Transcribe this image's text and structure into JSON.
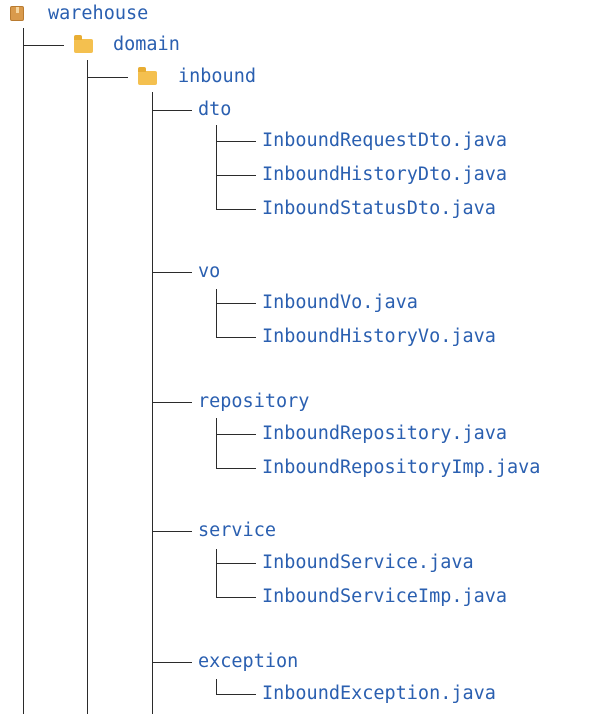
{
  "tree": {
    "root": {
      "name": "warehouse",
      "icon": "package-icon"
    },
    "domain": {
      "name": "domain",
      "icon": "folder-icon"
    },
    "inbound": {
      "name": "inbound",
      "icon": "folder-icon"
    },
    "dto": {
      "name": "dto",
      "files": [
        "InboundRequestDto.java",
        "InboundHistoryDto.java",
        "InboundStatusDto.java"
      ]
    },
    "vo": {
      "name": "vo",
      "files": [
        "InboundVo.java",
        "InboundHistoryVo.java"
      ]
    },
    "repository": {
      "name": "repository",
      "files": [
        "InboundRepository.java",
        "InboundRepositoryImp.java"
      ]
    },
    "service": {
      "name": "service",
      "files": [
        "InboundService.java",
        "InboundServiceImp.java"
      ]
    },
    "exception": {
      "name": "exception",
      "files": [
        "InboundException.java"
      ]
    }
  }
}
